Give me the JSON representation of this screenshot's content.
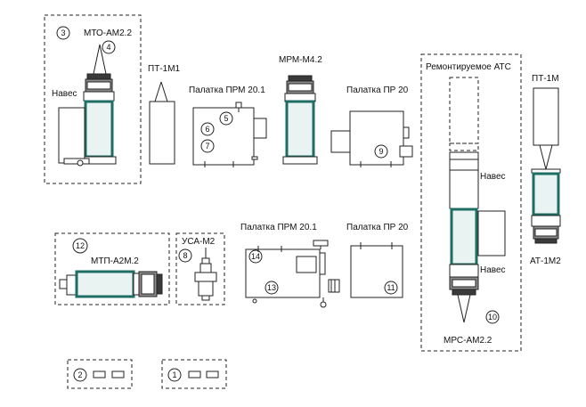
{
  "colors": {
    "stroke": "#222222",
    "teal_outline": "#1f6e64",
    "teal_inner": "#e9f3f1",
    "gray_fill": "#8c8c8c",
    "light_gray": "#d5d5d5",
    "background": "#ffffff"
  },
  "labels": {
    "mto": "МТО-АМ2.2",
    "naves_left": "Навес",
    "pt1m1": "ПТ-1М1",
    "palatka_prm_top": "Палатка ПРМ 20.1",
    "mrm": "МРМ-М4.2",
    "palatka_pr_top": "Палатка ПР 20",
    "remont_ats": "Ремонтируемое АТС",
    "naves_right_top": "Навес",
    "naves_right_bottom": "Навес",
    "mrs": "МРС-АМ2.2",
    "pt1m": "ПТ-1М",
    "at1m2": "АТ-1М2",
    "mtp": "МТП-А2М.2",
    "usa": "УСА-М2",
    "palatka_prm_bottom": "Палатка ПРМ 20.1",
    "palatka_pr_bottom": "Палатка ПР 20"
  },
  "markers": {
    "m1": "1",
    "m2": "2",
    "m3": "3",
    "m4": "4",
    "m5": "5",
    "m6": "6",
    "m7": "7",
    "m8": "8",
    "m9": "9",
    "m10": "10",
    "m11": "11",
    "m12": "12",
    "m13": "13",
    "m14": "14"
  }
}
